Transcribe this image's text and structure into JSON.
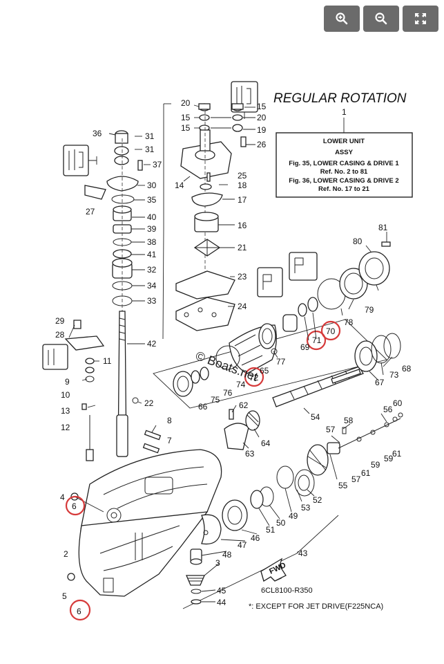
{
  "toolbar": {
    "zoom_in_icon": "magnifier-plus-icon",
    "zoom_out_icon": "magnifier-minus-icon",
    "fullscreen_icon": "expand-arrows-icon"
  },
  "diagram": {
    "title": "REGULAR ROTATION",
    "ref_number": "1",
    "info_box": {
      "line1": "LOWER UNIT",
      "line2": "ASSY",
      "line3": "Fig. 35, LOWER CASING & DRIVE 1",
      "line4": "Ref. No. 2 to 81",
      "line5": "Fig. 36, LOWER CASING & DRIVE 2",
      "line6": "Ref. No. 17 to 21"
    },
    "watermark": "© Boats.net",
    "part_code": "6CL8100-R350",
    "footnote": "*: EXCEPT FOR JET DRIVE(F225NCA)",
    "fwd_label": "FWD",
    "highlight_color": "#d63a3a",
    "callouts": {
      "c1": "20",
      "c2": "15",
      "c3": "15",
      "c4": "20",
      "c5": "15",
      "c6": "19",
      "c7": "26",
      "c8": "25",
      "c9": "18",
      "c10": "17",
      "c11": "16",
      "c12": "21",
      "c13": "23",
      "c14": "24",
      "c15": "14",
      "c16": "36",
      "c17": "31",
      "c18": "31",
      "c19": "37",
      "c20": "30",
      "c21": "27",
      "c22": "35",
      "c23": "40",
      "c24": "39",
      "c25": "38",
      "c26": "41",
      "c27": "32",
      "c28": "34",
      "c29": "33",
      "c30": "42",
      "c31": "29",
      "c32": "28",
      "c33": "11",
      "c34": "9",
      "c35": "10",
      "c36": "13",
      "c37": "12",
      "c38": "22",
      "c39": "8",
      "c40": "7",
      "c41": "4",
      "c42": "6",
      "c43": "2",
      "c44": "5",
      "c45": "6",
      "c46": "81",
      "c47": "80",
      "c48": "79",
      "c49": "78",
      "c50": "70",
      "c51": "71",
      "c52": "69",
      "c53": "77",
      "c54": "65",
      "c55": "72",
      "c56": "74",
      "c57": "76",
      "c58": "75",
      "c59": "66",
      "c60": "68",
      "c61": "73",
      "c62": "67",
      "c63": "62",
      "c64": "54",
      "c65": "64",
      "c66": "63",
      "c67": "60",
      "c68": "56",
      "c69": "58",
      "c70": "57",
      "c71": "61",
      "c72": "59",
      "c73": "59",
      "c74": "61",
      "c75": "57",
      "c76": "55",
      "c77": "52",
      "c78": "53",
      "c79": "49",
      "c80": "50",
      "c81": "51",
      "c82": "46",
      "c83": "47",
      "c84": "48",
      "c85": "43",
      "c86": "3",
      "c87": "45",
      "c88": "44"
    }
  }
}
